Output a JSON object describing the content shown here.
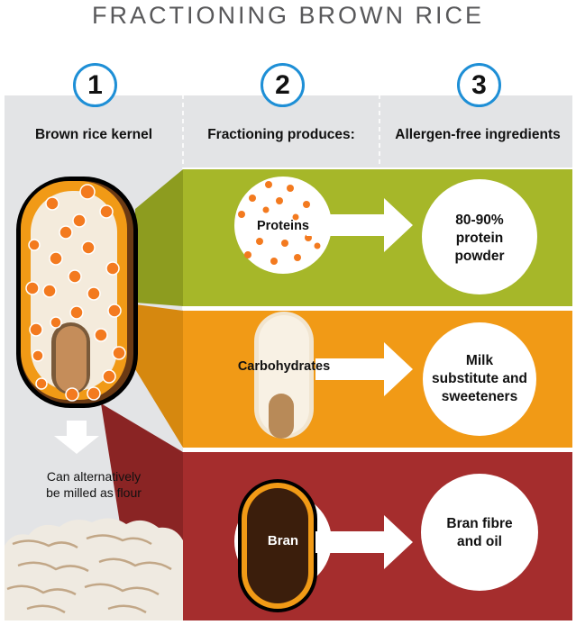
{
  "title": "FRACTIONING BROWN RICE",
  "steps": [
    {
      "number": "1",
      "heading": "Brown rice kernel"
    },
    {
      "number": "2",
      "heading": "Fractioning produces:"
    },
    {
      "number": "3",
      "heading": "Allergen-free ingredients"
    }
  ],
  "fractions": [
    {
      "label": "Proteins",
      "result": "80-90%\nprotein\npowder",
      "color": "#a6b729"
    },
    {
      "label": "Carbohydrates",
      "result": "Milk\nsubstitute and\nsweeteners",
      "color": "#f19a16"
    },
    {
      "label": "Bran",
      "result": "Bran fibre\nand oil",
      "color": "#a52d2d"
    }
  ],
  "mill_note": "Can alternatively\nbe milled as flour",
  "colors": {
    "accent_blue": "#1e8fd6",
    "background_gray": "#e3e4e6",
    "kernel_orange": "#f19a16",
    "bran_dark": "#3b1e0c"
  }
}
